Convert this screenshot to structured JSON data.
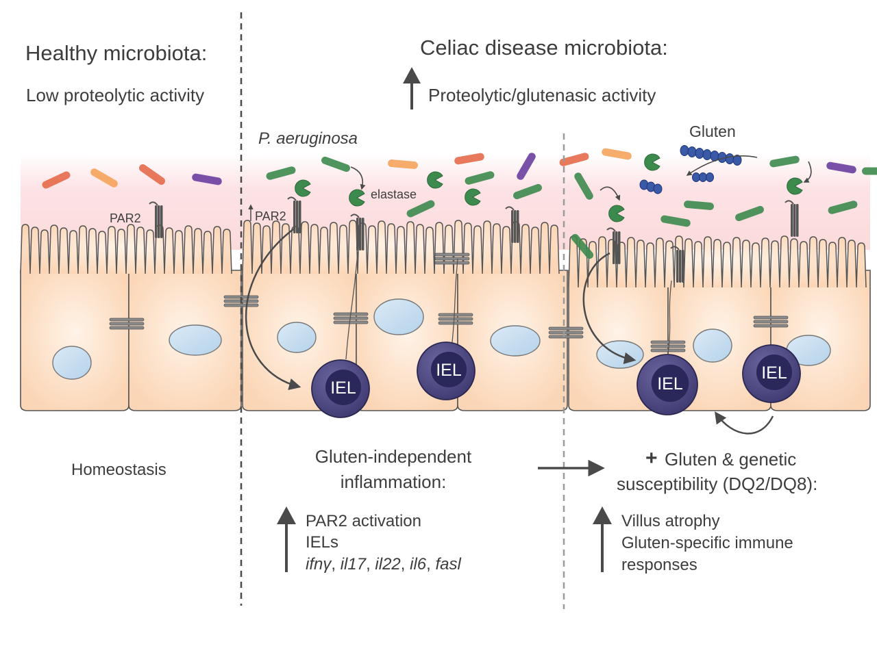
{
  "headers": {
    "healthy_title": "Healthy microbiota:",
    "healthy_sub": "Low proteolytic activity",
    "celiac_title": "Celiac disease microbiota:",
    "celiac_sub": "Proteolytic/glutenasic activity"
  },
  "labels": {
    "p_aeruginosa": "P. aeruginosa",
    "gluten": "Gluten",
    "elastase": "elastase",
    "par2_left": "PAR2",
    "par2_mid": "PAR2",
    "iel": "IEL"
  },
  "bottom": {
    "homeostasis": "Homeostasis",
    "mid_title_1": "Gluten-independent",
    "mid_title_2": "inflammation:",
    "mid_list": [
      "PAR2 activation",
      "IELs"
    ],
    "mid_genes": [
      "ifnγ",
      "il17",
      "il22",
      "il6",
      "fasl"
    ],
    "plus": "+",
    "right_title_1": "Gluten & genetic",
    "right_title_2": "susceptibility (DQ2/DQ8):",
    "right_list": [
      "Villus atrophy",
      "Gluten-specific immune",
      "responses"
    ]
  },
  "colors": {
    "cell": "#fbd9bd",
    "nucleus": "#c8dff0",
    "iel": "#4a457a",
    "iel_core": "#2a275a",
    "bacterium_green": "#3d8a4e",
    "bacterium_purple": "#6a3ea0",
    "bacterium_red": "#e66a4a",
    "bacterium_orange": "#f5a35a",
    "gluten": "#3a5aa8",
    "mucus": "#fde6e8"
  }
}
